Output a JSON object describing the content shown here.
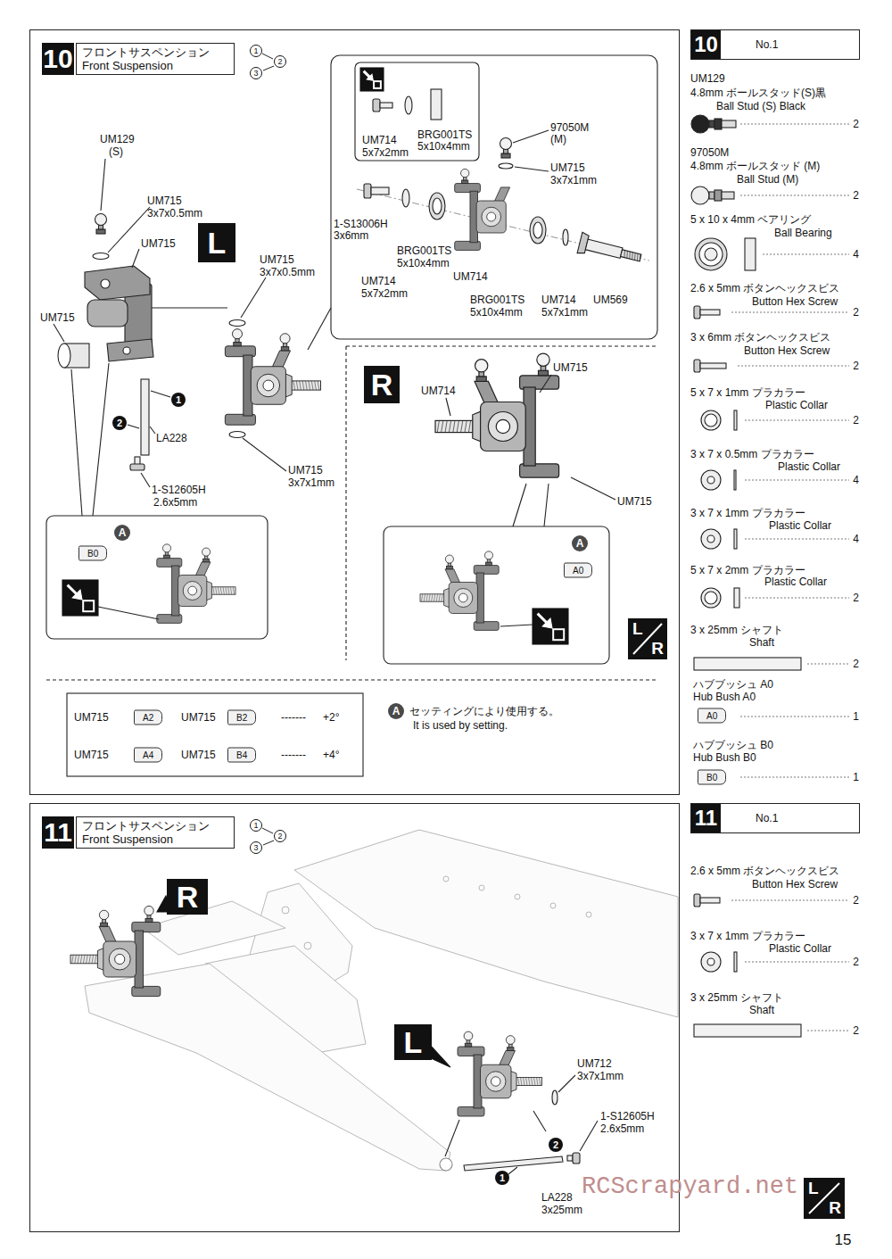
{
  "diagram": {
    "nodes": [
      {
        "text": [
          "10",
          "フロントサスペンション",
          "Front Suspension"
        ]
      },
      {
        "text": [
          "L"
        ],
        "in": 0
      },
      {
        "text": [
          "R"
        ],
        "in": 0
      },
      {
        "text": [
          "L",
          "R"
        ],
        "in": 0
      },
      {
        "text": [
          "10",
          "No.1"
        ]
      },
      {
        "text": [
          "11",
          "フロントサスペンション",
          "Front Suspension"
        ]
      },
      {
        "text": [
          "R"
        ],
        "in": 5
      },
      {
        "text": [
          "L"
        ],
        "in": 5
      },
      {
        "text": [
          "L",
          "R"
        ]
      },
      {
        "text": [
          "11",
          "No.1"
        ]
      }
    ],
    "labels": [
      "1",
      "2",
      "3",
      "UM129",
      "(S)",
      "UM715",
      "3x7x0.5mm",
      "UM715",
      "UM715",
      "UM715",
      "3x7x0.5mm",
      "1",
      "2",
      "LA228",
      "1-S12605H",
      "2.6x5mm",
      "UM715",
      "3x7x1mm",
      "UM714",
      "5x7x2mm",
      "BRG001TS",
      "5x10x4mm",
      "97050M",
      "(M)",
      "UM715",
      "3x7x1mm",
      "1-S13006H",
      "3x6mm",
      "BRG001TS",
      "5x10x4mm",
      "UM714",
      "5x7x2mm",
      "UM714",
      "BRG001TS",
      "5x10x4mm",
      "UM714",
      "5x7x1mm",
      "UM569",
      "UM714",
      "UM715",
      "UM715",
      "A",
      "B0",
      "A",
      "A0",
      "UM715",
      "A2",
      "UM715",
      "B2",
      "-------",
      "+2°",
      "UM715",
      "A4",
      "UM715",
      "B4",
      "-------",
      "+4°",
      "A",
      "セッティングにより使用する。",
      "It is used by setting.",
      "1",
      "2",
      "3",
      "UM712",
      "3x7x1mm",
      "1-S12605H",
      "2.6x5mm",
      "2",
      "1",
      "LA228",
      "3x25mm",
      "RCScrapyard.net",
      "15",
      "UM129",
      "4.8mm ボールスタッド(S)黒",
      "Ball Stud (S) Black",
      "2",
      "97050M",
      "4.8mm ボールスタッド (M)",
      "Ball Stud (M)",
      "2",
      "5 x 10 x 4mm ベアリング",
      "Ball Bearing",
      "4",
      "2.6 x 5mm ボタンヘックスビス",
      "Button Hex Screw",
      "2",
      "3 x 6mm ボタンヘックスビス",
      "Button Hex Screw",
      "2",
      "5 x 7 x 1mm プラカラー",
      "Plastic Collar",
      "2",
      "3 x 7 x 0.5mm プラカラー",
      "Plastic Collar",
      "4",
      "3 x 7 x 1mm プラカラー",
      "Plastic Collar",
      "4",
      "5 x 7 x 2mm プラカラー",
      "Plastic Collar",
      "2",
      "3 x 25mm シャフト",
      "Shaft",
      "2",
      "ハブブッシュ A0",
      "Hub Bush A0",
      "A0",
      "1",
      "ハブブッシュ B0",
      "Hub Bush B0",
      "B0",
      "1",
      "2.6 x 5mm ボタンヘックスビス",
      "Button Hex Screw",
      "2",
      "3 x 7 x 1mm プラカラー",
      "Plastic Collar",
      "2",
      "3 x 25mm シャフト",
      "Shaft",
      "2"
    ]
  }
}
